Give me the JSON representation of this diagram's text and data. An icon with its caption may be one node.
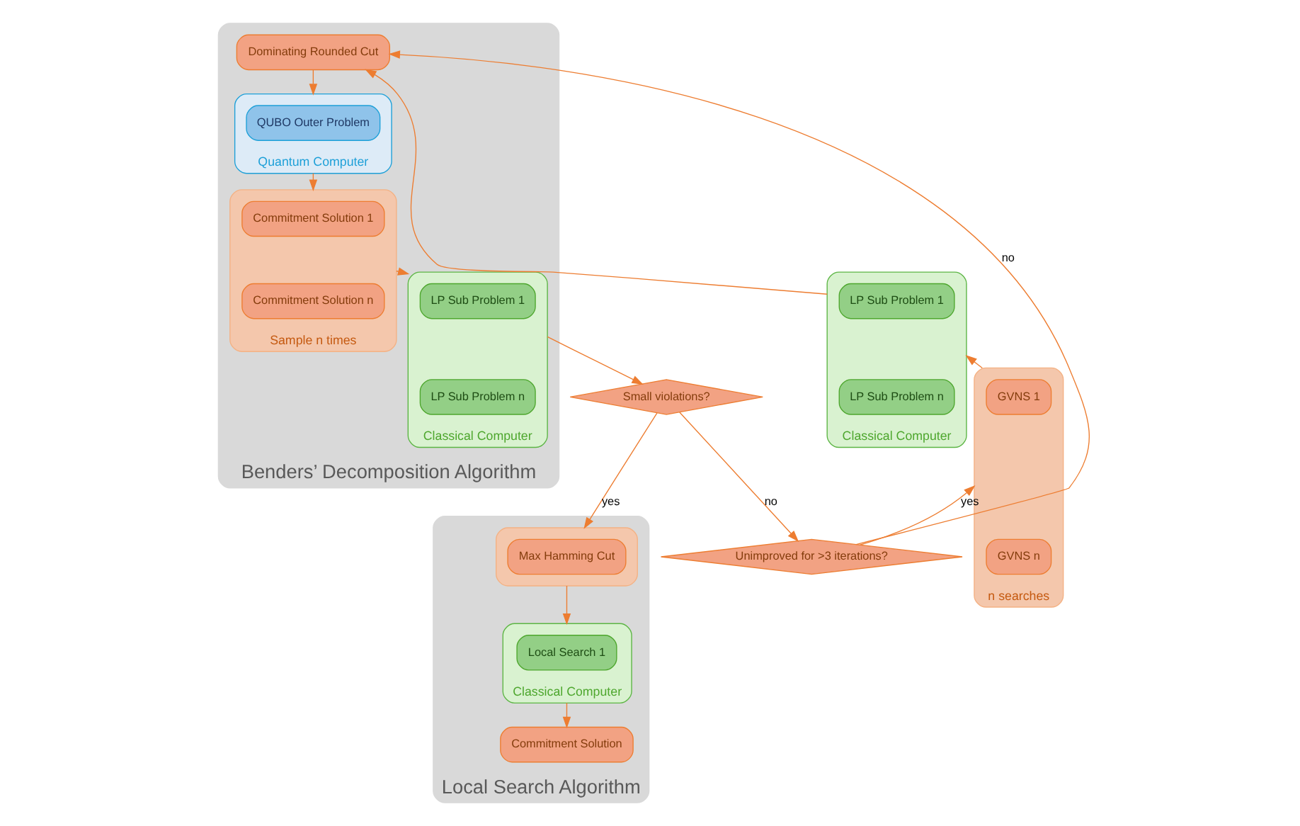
{
  "diagram": {
    "nodes": [
      {
        "text": [
          "Benders’ Decomposition Algorithm"
        ]
      },
      {
        "text": [
          "Dominating Rounded Cut"
        ],
        "in": 0
      },
      {
        "text": [
          "Quantum Computer"
        ],
        "in": 0
      },
      {
        "text": [
          "QUBO Outer Problem"
        ],
        "in": 2
      },
      {
        "text": [
          "Sample n times"
        ],
        "in": 0
      },
      {
        "text": [
          "Commitment Solution 1"
        ],
        "in": 4
      },
      {
        "text": [
          "Commitment Solution n"
        ],
        "in": 4
      },
      {
        "text": [
          "Classical Computer"
        ],
        "in": 0
      },
      {
        "text": [
          "LP Sub Problem 1"
        ],
        "in": 7
      },
      {
        "text": [
          "LP Sub Problem n"
        ],
        "in": 7
      },
      {
        "text": [
          "Classical Computer"
        ]
      },
      {
        "text": [
          "LP Sub Problem 1"
        ],
        "in": 10
      },
      {
        "text": [
          "LP Sub Problem n"
        ],
        "in": 10
      },
      {
        "text": [
          "n searches"
        ]
      },
      {
        "text": [
          "GVNS 1"
        ],
        "in": 13
      },
      {
        "text": [
          "GVNS n"
        ],
        "in": 13
      },
      {
        "text": [
          "Local Search Algorithm"
        ]
      },
      {
        "text": [
          "Classical Computer"
        ],
        "in": 16
      },
      {
        "text": [
          "Local Search 1"
        ],
        "in": 17
      },
      {
        "text": [],
        "shape": "box",
        "in": 16
      },
      {
        "text": [
          "Max Hamming Cut"
        ],
        "in": 19
      },
      {
        "text": [
          "Commitment Solution"
        ],
        "in": 16
      },
      {
        "text": [
          "Small violations?"
        ]
      },
      {
        "text": [
          "Unimproved for >3 iterations?"
        ]
      }
    ],
    "edges": [
      {
        "from": 1,
        "to": 2,
        "arrow": "to"
      },
      {
        "from": 2,
        "to": 4,
        "arrow": "to"
      },
      {
        "from": 4,
        "to": 7,
        "arrow": "to"
      },
      {
        "from": 7,
        "to": 22,
        "arrow": "to"
      },
      {
        "from": 22,
        "to": 19,
        "arrow": "to",
        "label": "yes"
      },
      {
        "from": 19,
        "to": 17,
        "arrow": "to"
      },
      {
        "from": 17,
        "to": 21,
        "arrow": "to"
      },
      {
        "from": 22,
        "to": 23,
        "arrow": "to",
        "label": "no"
      },
      {
        "from": 23,
        "to": 13,
        "arrow": "to",
        "label": "yes"
      },
      {
        "from": 13,
        "to": 10,
        "arrow": "to"
      },
      {
        "from": 10,
        "to": 1,
        "arrow": "to"
      },
      {
        "from": 23,
        "to": 1,
        "arrow": "to",
        "label": "no"
      }
    ]
  }
}
